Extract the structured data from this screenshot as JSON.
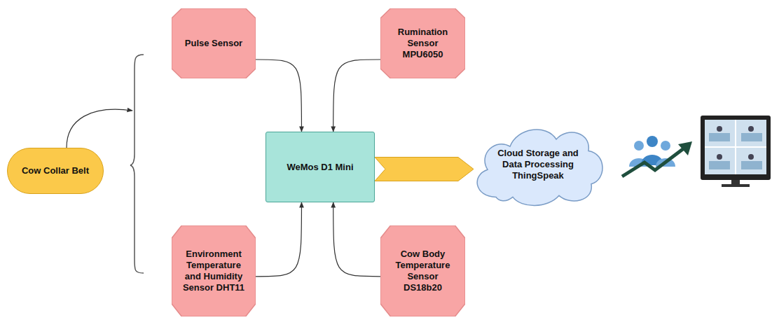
{
  "diagram": {
    "nodes": [
      {
        "text": [
          "Cow Collar Belt"
        ]
      },
      {
        "text": [
          "Pulse Sensor"
        ]
      },
      {
        "text": [
          "Rumination Sensor MPU6050"
        ]
      },
      {
        "text": [
          "WeMos D1 Mini"
        ]
      },
      {
        "text": [
          "Environment Temperature and Humidity Sensor DHT11"
        ]
      },
      {
        "text": [
          "Cow Body Temperature Sensor DS18b20"
        ]
      },
      {
        "text": [
          "Cloud Storage and Data Processing ThingSpeak"
        ]
      }
    ],
    "edges": [
      {
        "from": 1,
        "to": 3,
        "arrow": "to"
      },
      {
        "from": 2,
        "to": 3,
        "arrow": "to"
      },
      {
        "from": 4,
        "to": 3,
        "arrow": "to"
      },
      {
        "from": 5,
        "to": 3,
        "arrow": "to"
      },
      {
        "from": 3,
        "to": 6,
        "arrow": "to"
      }
    ]
  }
}
